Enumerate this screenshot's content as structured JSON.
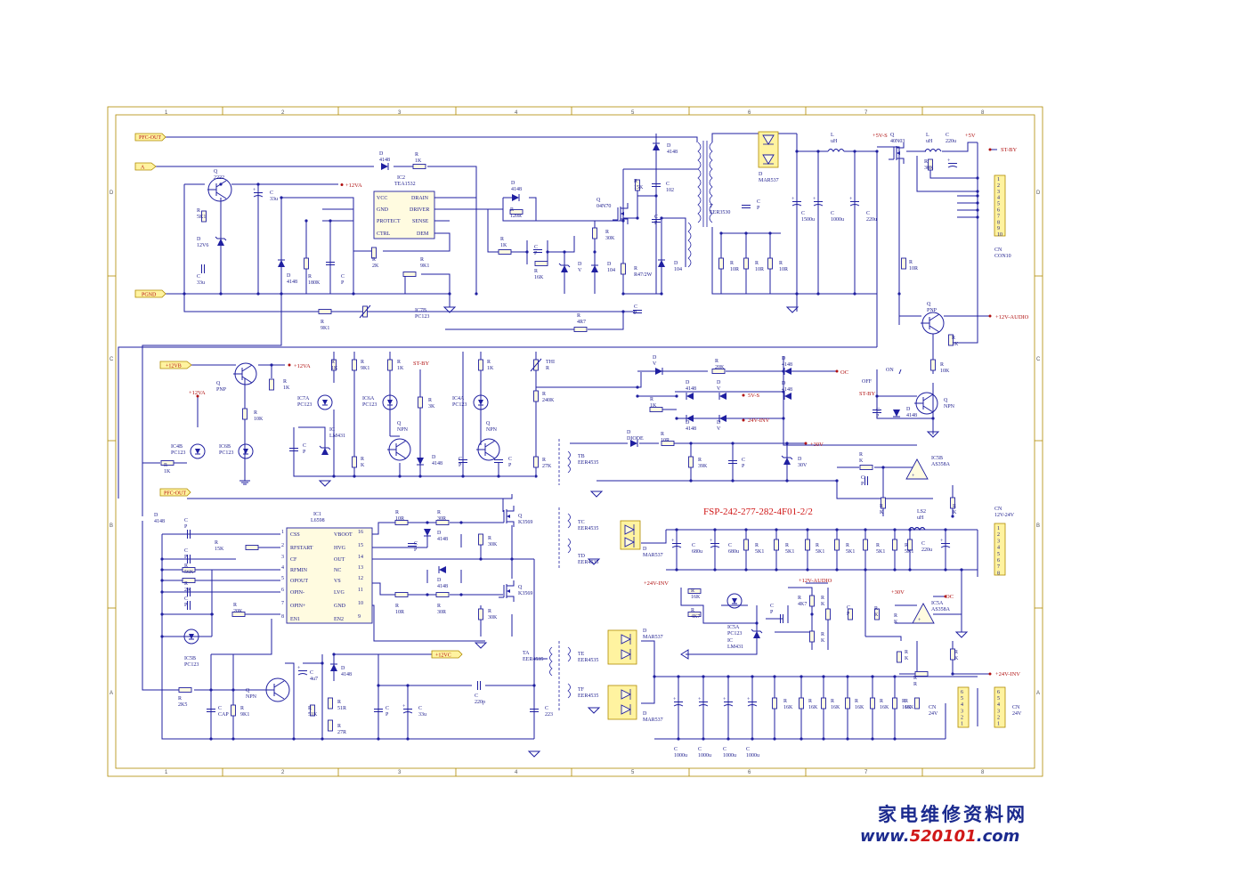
{
  "sheet": {
    "title": "FSP-242-277-282-4F01-2/2",
    "col_labels": [
      "1",
      "2",
      "3",
      "4",
      "5",
      "6",
      "7",
      "8"
    ],
    "row_labels": [
      "D",
      "C",
      "B",
      "A"
    ]
  },
  "ports": {
    "pfc_out_top": "PFC-OUT",
    "a": "A",
    "pgnd": "PGND",
    "p12vb": "+12VB",
    "pfc_out_mid": "PFC-OUT",
    "p12vc": "+12VC"
  },
  "nets": {
    "p12va": "+12VA",
    "p5vs": "+5V-S",
    "p5v": "+5V",
    "stby": "ST-BY",
    "p12v_audio": "+12V-AUDIO",
    "oc": "OC",
    "on": "ON",
    "off": "OFF",
    "p30v": "+30V",
    "p24v_inv": "+24V-INV",
    "p24v_inv_r": "+24V-INV",
    "p12v_audio_b": "+12V-AUDIO",
    "p30v_b": "+30V",
    "oc_b": "OC",
    "n5vs": "5V-S",
    "n24v_inv": "24V-INV",
    "stby_c": "ST-BY",
    "stby_c2": "ST-BY"
  },
  "components": {
    "q2222": [
      "Q",
      "2222"
    ],
    "c33u_a": [
      "C",
      "33u"
    ],
    "r5k1": [
      "R",
      "5K1"
    ],
    "d12v6": [
      "D",
      "12V6"
    ],
    "c33u_b": [
      "C",
      "33u"
    ],
    "ic2": [
      "IC2",
      "TEA1532"
    ],
    "ic2_pins": [
      "VCC",
      "GND",
      "PROTECT",
      "CTRL",
      "DRAIN",
      "DRIVER",
      "SENSE",
      "DEM"
    ],
    "d4148_a": [
      "D",
      "4148"
    ],
    "r1k_a": [
      "R",
      "1K"
    ],
    "d4148_b": [
      "D",
      "4148"
    ],
    "r180k": [
      "R",
      "180K"
    ],
    "cp_a": [
      "C",
      "P"
    ],
    "r2k": [
      "R",
      "2K"
    ],
    "r9k1_a": [
      "R",
      "9K1"
    ],
    "ic7b": [
      "IC7B",
      "PC123"
    ],
    "r9k1_b": [
      "R",
      "9K1"
    ],
    "r4r7": [
      "R",
      "4R7"
    ],
    "d4148_c": [
      "D",
      "4148"
    ],
    "r120r": [
      "R",
      "120R"
    ],
    "r1k_b": [
      "R",
      "1K"
    ],
    "cp_b": [
      "C",
      "P"
    ],
    "r16k": [
      "R",
      "16K"
    ],
    "dv": [
      "D",
      "V"
    ],
    "d104_a": [
      "D",
      "104"
    ],
    "q04n70": [
      "Q",
      "04N70"
    ],
    "r30k_a": [
      "R",
      "30K"
    ],
    "r15k": [
      "R",
      "15K"
    ],
    "c102": [
      "C",
      "102"
    ],
    "r47_2w": [
      "R",
      "R47/2W"
    ],
    "d104_b": [
      "D",
      "104"
    ],
    "cp_c": [
      "C",
      "P"
    ],
    "cp_d": [
      "C",
      "P"
    ],
    "d4148_d": [
      "D",
      "4148"
    ],
    "t_eer3530": [
      "T",
      "EER3530"
    ],
    "d_mar537_a": [
      "D",
      "MAR537"
    ],
    "cp_e": [
      "C",
      "P"
    ],
    "r10r_a": [
      "R",
      "10R"
    ],
    "r10r_b": [
      "R",
      "10R"
    ],
    "r10r_c": [
      "R",
      "10R"
    ],
    "c1500u": [
      "C",
      "1500u"
    ],
    "c1000u_a": [
      "C",
      "1000u"
    ],
    "l_uh_a": [
      "L",
      "uH"
    ],
    "c220u_a": [
      "C",
      "220u"
    ],
    "q40n03": [
      "Q",
      "40N03"
    ],
    "l_uh_b": [
      "L",
      "uH"
    ],
    "c220u_b": [
      "C",
      "220u"
    ],
    "r30k_b": [
      "R",
      "30K"
    ],
    "r10r_d": [
      "R",
      "10R"
    ],
    "cn10": [
      "CN",
      "CON10"
    ],
    "cn10_pins": [
      "1",
      "2",
      "3",
      "4",
      "5",
      "6",
      "7",
      "8",
      "9",
      "10"
    ],
    "q_pnp_a": [
      "Q",
      "PNP"
    ],
    "r1k_c": [
      "R",
      "1K"
    ],
    "r10k_a": [
      "R",
      "10K"
    ],
    "q_npn_a": [
      "Q",
      "NPN"
    ],
    "d4148_e": [
      "D",
      "4148"
    ],
    "cp_f": [
      "C",
      "P"
    ],
    "q_pnp_b": [
      "Q",
      "PNP"
    ],
    "r1k_d": [
      "R",
      "1K"
    ],
    "r10k_b": [
      "R",
      "10K"
    ],
    "ic4b": [
      "IC4B",
      "PC123"
    ],
    "ic6b": [
      "IC6B",
      "PC123"
    ],
    "r1k_e": [
      "R",
      "1K"
    ],
    "r1k_f": [
      "R",
      "1K"
    ],
    "ic7a": [
      "IC7A",
      "PC123"
    ],
    "r9k1_c": [
      "R",
      "9K1"
    ],
    "ic_lm431": [
      "IC",
      "LM431"
    ],
    "cp_g": [
      "C",
      "P"
    ],
    "r_k_a": [
      "R",
      "K"
    ],
    "r1k_g": [
      "R",
      "1K"
    ],
    "ic6a": [
      "IC6A",
      "PC123"
    ],
    "q_npn_b": [
      "Q",
      "NPN"
    ],
    "r3k": [
      "R",
      "3K"
    ],
    "d4148_f": [
      "D",
      "4148"
    ],
    "cp_h": [
      "C",
      "P"
    ],
    "r1k_h": [
      "R",
      "1K"
    ],
    "ic4a": [
      "IC4A",
      "PC123"
    ],
    "q_npn_c": [
      "Q",
      "NPN"
    ],
    "cp_i": [
      "C",
      "P"
    ],
    "tht": [
      "THI",
      "R"
    ],
    "r240k": [
      "R",
      "240K"
    ],
    "r27k": [
      "R",
      "27K"
    ],
    "dv_a": [
      "D",
      "V"
    ],
    "r20k": [
      "R",
      "20K"
    ],
    "d4148_g": [
      "D",
      "4148"
    ],
    "d4148_h": [
      "D",
      "4148"
    ],
    "r1k_i": [
      "R",
      "1K"
    ],
    "d4148_i": [
      "D",
      "4148"
    ],
    "dv_b": [
      "D",
      "V"
    ],
    "d4148_j": [
      "D",
      "4148"
    ],
    "dv_c": [
      "D",
      "V"
    ],
    "d_diode": [
      "D",
      "DIODE"
    ],
    "r10r_e": [
      "R",
      "10R"
    ],
    "tb": [
      "TB",
      "EER4535"
    ],
    "r39k": [
      "R",
      "39K"
    ],
    "cp_j": [
      "C",
      "P"
    ],
    "d30v": [
      "D",
      "30V"
    ],
    "r_k_b": [
      "R",
      "K"
    ],
    "cp_k": [
      "C",
      "P"
    ],
    "ic5b": [
      "IC5B",
      "AS358A"
    ],
    "r_k_c": [
      "R",
      "K"
    ],
    "r_k_d": [
      "R",
      "K"
    ],
    "ls2": [
      "LS2",
      "uH"
    ],
    "tc": [
      "TC",
      "EER4535"
    ],
    "td": [
      "TD",
      "EER4535"
    ],
    "d_mar537_b": [
      "D",
      "MAR537"
    ],
    "c680u_a": [
      "C",
      "680u"
    ],
    "c680u_b": [
      "C",
      "680u"
    ],
    "r5k1_a": [
      "R",
      "5K1"
    ],
    "r5k1_b": [
      "R",
      "5K1"
    ],
    "r5k1_c": [
      "R",
      "5K1"
    ],
    "r5k1_d": [
      "R",
      "5K1"
    ],
    "r5k1_e": [
      "R",
      "5K1"
    ],
    "r5k1_f": [
      "R",
      "5K1"
    ],
    "c220u_c": [
      "C",
      "220u"
    ],
    "cn_12v": [
      "CN",
      "12V-24V"
    ],
    "cn_12v_pins": [
      "1",
      "2",
      "3",
      "4",
      "5",
      "6",
      "7",
      "8"
    ],
    "ic1": [
      "IC1",
      "L6598"
    ],
    "ic1_pins_l": [
      "CSS",
      "RFSTART",
      "CF",
      "RFMIN",
      "OPOUT",
      "OPIN-",
      "OPIN+",
      "EN1"
    ],
    "ic1_pins_r": [
      "VBOOT",
      "HVG",
      "OUT",
      "NC",
      "VS",
      "LVG",
      "GND",
      "EN2"
    ],
    "ic1_nums_l": [
      "1",
      "2",
      "3",
      "4",
      "5",
      "6",
      "7",
      "8"
    ],
    "ic1_nums_r": [
      "16",
      "15",
      "14",
      "13",
      "12",
      "11",
      "10",
      "9"
    ],
    "d4148_k": [
      "D",
      "4148"
    ],
    "cp_l": [
      "C",
      "P"
    ],
    "r15k_b": [
      "R",
      "15K"
    ],
    "cp_m": [
      "C",
      "P"
    ],
    "r56k": [
      "R",
      "56K"
    ],
    "r2k_b": [
      "R",
      "2K"
    ],
    "cp_n": [
      "C",
      "P"
    ],
    "r20k_b": [
      "R",
      "20K"
    ],
    "ic5b_b": [
      "IC5B",
      "PC123"
    ],
    "r10r_f": [
      "R",
      "10R"
    ],
    "r30r_a": [
      "R",
      "30R"
    ],
    "cp_o": [
      "C",
      "P"
    ],
    "d4148_l": [
      "D",
      "4148"
    ],
    "q_k3569_a": [
      "Q",
      "K3569"
    ],
    "r30k_c": [
      "R",
      "30K"
    ],
    "r10r_g": [
      "R",
      "10R"
    ],
    "r30r_b": [
      "R",
      "30R"
    ],
    "d4148_m": [
      "D",
      "4148"
    ],
    "q_k3569_b": [
      "Q",
      "K3569"
    ],
    "r30k_d": [
      "R",
      "30K"
    ],
    "r2k5": [
      "R",
      "2K5"
    ],
    "c_cap": [
      "C",
      "CAP"
    ],
    "r9k1_d": [
      "R",
      "9K1"
    ],
    "q_npn_d": [
      "Q",
      "NPN"
    ],
    "c4u7": [
      "C",
      "4u7"
    ],
    "r51k": [
      "R",
      "51K"
    ],
    "d4148_n": [
      "D",
      "4148"
    ],
    "r51r": [
      "R",
      "51R"
    ],
    "r27r": [
      "R",
      "27R"
    ],
    "cp_p": [
      "C",
      "P"
    ],
    "c33u_c": [
      "C",
      "33u"
    ],
    "c220p": [
      "C",
      "220p"
    ],
    "c223": [
      "C",
      "223"
    ],
    "ta": [
      "TA",
      "EER4535"
    ],
    "te": [
      "TE",
      "EER4535"
    ],
    "tf": [
      "TF",
      "EER4535"
    ],
    "d_mar537_c": [
      "D",
      "MAR537"
    ],
    "d_mar537_d": [
      "D",
      "MAR537"
    ],
    "r16k_a": [
      "R",
      "16K"
    ],
    "r4k7_a": [
      "R",
      "4K7"
    ],
    "ic5a": [
      "IC5A",
      "PC123"
    ],
    "ic_lm431_b": [
      "IC",
      "LM431"
    ],
    "cp_q": [
      "C",
      "P"
    ],
    "r4k7_b": [
      "R",
      "4K7"
    ],
    "r_k_e": [
      "R",
      "K"
    ],
    "r_k_f": [
      "R",
      "K"
    ],
    "cp_r": [
      "C",
      "P"
    ],
    "r_k_g": [
      "R",
      "K"
    ],
    "ic5a_b": [
      "IC5A",
      "AS358A"
    ],
    "r_k_h": [
      "R",
      "K"
    ],
    "r_k_i": [
      "R",
      "K"
    ],
    "r_r_a": [
      "R",
      "R"
    ],
    "r_k_j": [
      "R",
      "K"
    ],
    "c1000u_b": [
      "C",
      "1000u"
    ],
    "c1000u_c": [
      "C",
      "1000u"
    ],
    "c1000u_d": [
      "C",
      "1000u"
    ],
    "c1000u_e": [
      "C",
      "1000u"
    ],
    "r16k_b": [
      "R",
      "16K"
    ],
    "r16k_c": [
      "R",
      "16K"
    ],
    "r16k_d": [
      "R",
      "16K"
    ],
    "r16k_e": [
      "R",
      "16K"
    ],
    "r16k_f": [
      "R",
      "16K"
    ],
    "r16k_g": [
      "R",
      "16K"
    ],
    "r16k_h": [
      "R",
      "16K"
    ],
    "cn_24v_a": [
      "CN",
      "24V"
    ],
    "cn_24v_b": [
      "CN",
      "24V"
    ],
    "cn_24v_pins": [
      "6",
      "5",
      "4",
      "3",
      "2",
      "1"
    ]
  },
  "watermark": {
    "site_name": "家电维修资料网",
    "url_prefix": "www.",
    "url_number": "520101",
    "url_suffix": ".com"
  },
  "colors": {
    "wire": "#1f1fa0",
    "border": "#b08a00",
    "sheet_bg": "#fffef4",
    "tag_fill": "#fff3a0",
    "title_red": "#d01818"
  }
}
